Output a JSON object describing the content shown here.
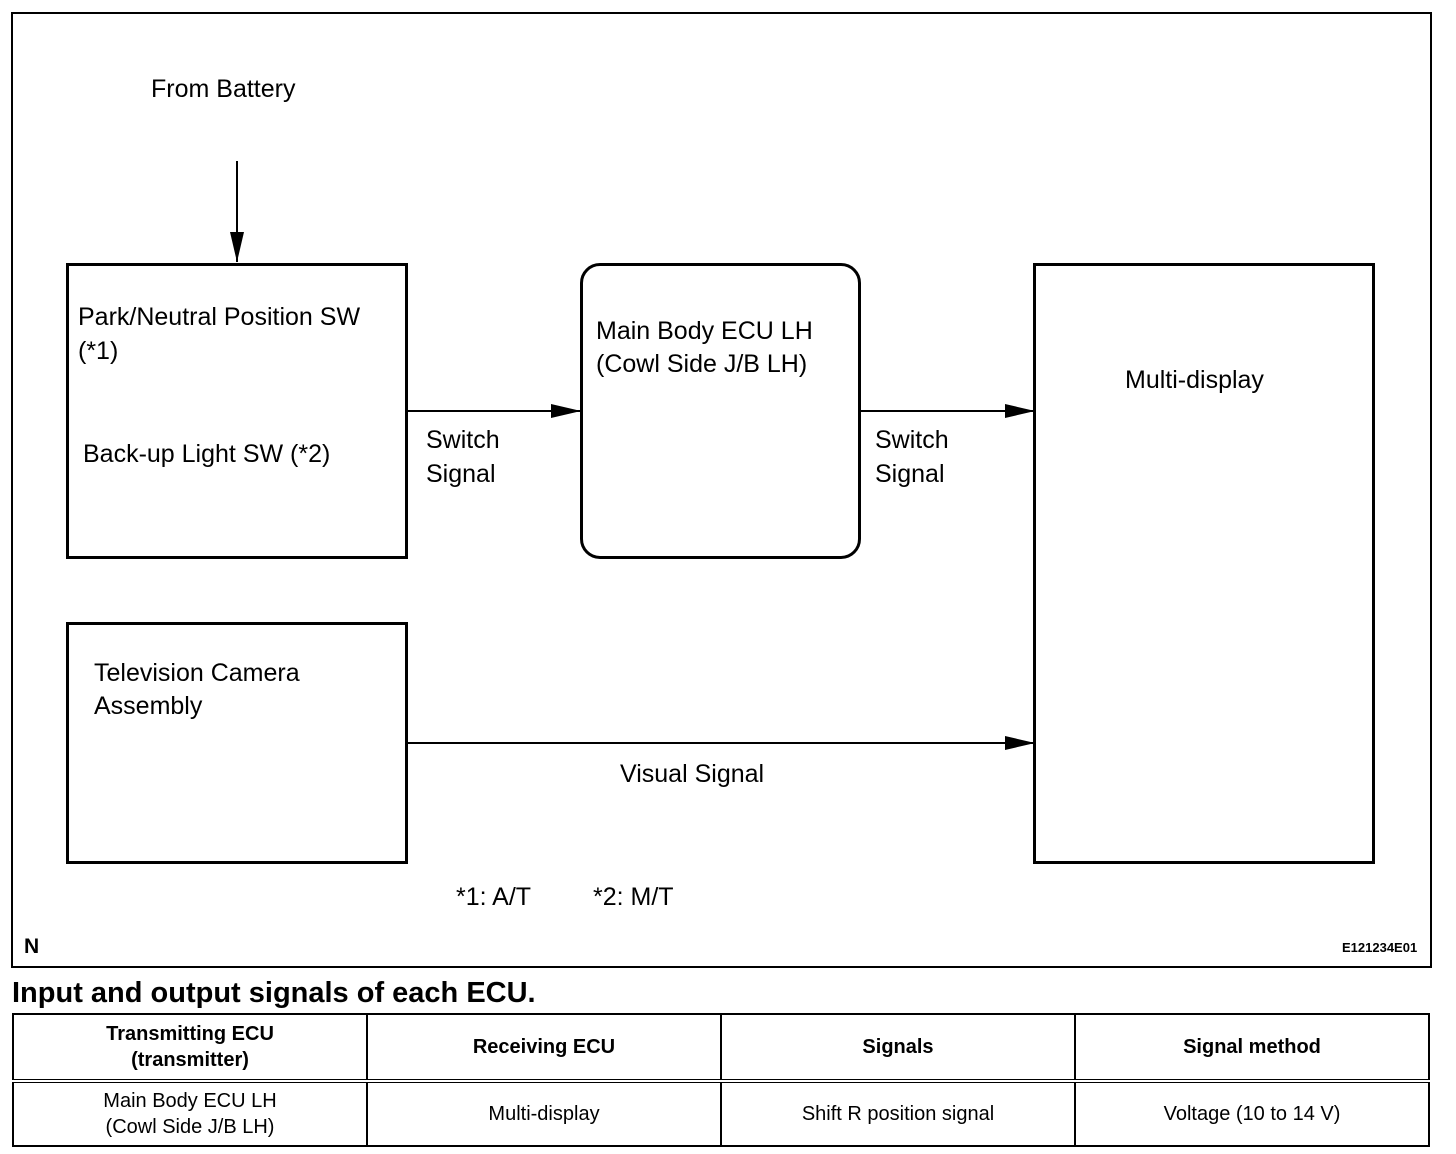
{
  "diagram": {
    "from_battery": "From Battery",
    "pnp_sw_line1": "Park/Neutral Position SW",
    "pnp_sw_line2": "(*1)",
    "backup_sw": "Back-up Light SW (*2)",
    "ecu_line1": "Main Body ECU LH",
    "ecu_line2": "(Cowl Side J/B LH)",
    "multi_display": "Multi-display",
    "camera_line1": "Television Camera",
    "camera_line2": "Assembly",
    "switch_signal_1_line1": "Switch",
    "switch_signal_1_line2": "Signal",
    "switch_signal_2_line1": "Switch",
    "switch_signal_2_line2": "Signal",
    "visual_signal": "Visual Signal",
    "note_1": "*1: A/T",
    "note_2": "*2: M/T",
    "corner_mark": "N",
    "figure_code": "E121234E01"
  },
  "section_title": "Input and output signals of each ECU.",
  "table": {
    "headers": [
      {
        "line1": "Transmitting ECU",
        "line2": "(transmitter)"
      },
      {
        "line1": "Receiving ECU"
      },
      {
        "line1": "Signals"
      },
      {
        "line1": "Signal method"
      }
    ],
    "rows": [
      {
        "transmitter_line1": "Main Body ECU LH",
        "transmitter_line2": "(Cowl Side J/B LH)",
        "receiver": "Multi-display",
        "signal": "Shift R position signal",
        "method": "Voltage (10 to 14 V)"
      }
    ]
  }
}
